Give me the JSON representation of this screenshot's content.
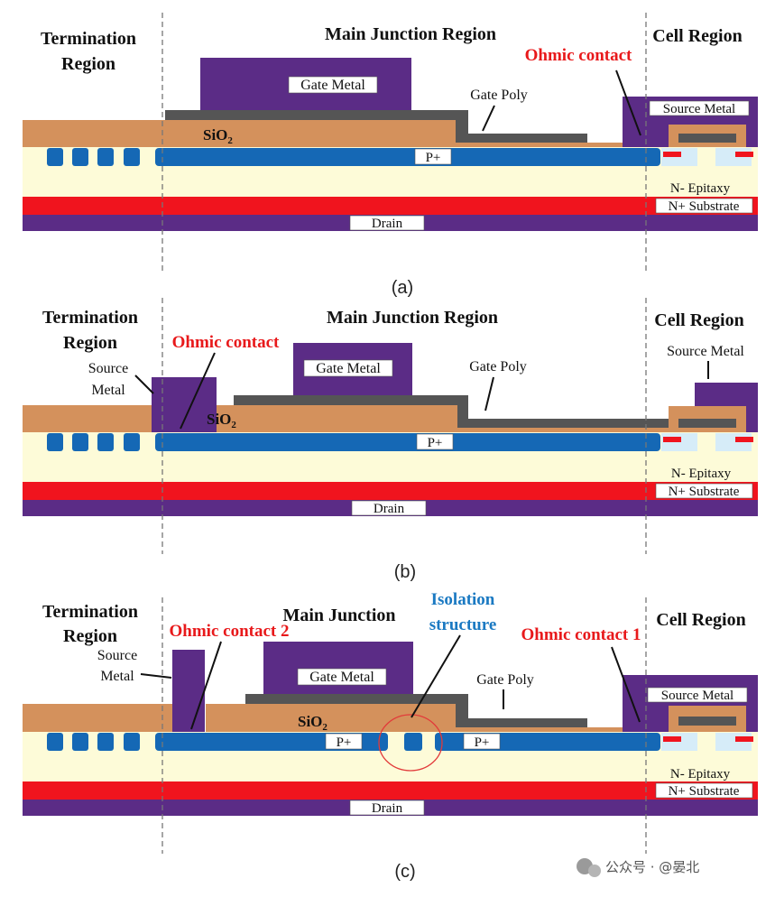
{
  "panels": [
    {
      "id": "a",
      "caption": "(a)",
      "termination_region": [
        "Termination",
        "Region"
      ],
      "main_junction": "Main Junction Region",
      "cell_region": "Cell Region",
      "ohmic_contact": "Ohmic contact",
      "gate_metal": "Gate Metal",
      "gate_poly": "Gate Poly",
      "source_metal": "Source Metal",
      "sio2": "SiO",
      "sio2_sub": "2",
      "p_plus": "P+",
      "n_epitaxy": "N-  Epitaxy",
      "n_substrate": "N+ Substrate",
      "drain": "Drain"
    },
    {
      "id": "b",
      "caption": "(b)",
      "termination_region": [
        "Termination",
        "Region"
      ],
      "main_junction": "Main Junction Region",
      "cell_region": "Cell Region",
      "ohmic_contact": "Ohmic contact",
      "gate_metal": "Gate Metal",
      "gate_poly": "Gate Poly",
      "source_metal_left": [
        "Source",
        "Metal"
      ],
      "source_metal_right": "Source Metal",
      "sio2": "SiO",
      "sio2_sub": "2",
      "p_plus": "P+",
      "n_epitaxy": "N-  Epitaxy",
      "n_substrate": "N+ Substrate",
      "drain": "Drain"
    },
    {
      "id": "c",
      "caption": "(c)",
      "termination_region": [
        "Termination",
        "Region"
      ],
      "main_junction": "Main Junction",
      "cell_region": "Cell Region",
      "ohmic_contact_1": "Ohmic contact 1",
      "ohmic_contact_2": "Ohmic contact 2",
      "isolation_structure": [
        "Isolation",
        "structure"
      ],
      "gate_metal": "Gate Metal",
      "gate_poly": "Gate Poly",
      "source_metal_left": [
        "Source",
        "Metal"
      ],
      "source_metal_right": "Source Metal",
      "sio2": "SiO",
      "sio2_sub": "2",
      "p_plus_left": "P+",
      "p_plus_right": "P+",
      "n_epitaxy": "N-  Epitaxy",
      "n_substrate": "N+ Substrate",
      "drain": "Drain"
    }
  ],
  "watermark": "公众号 · @晏北",
  "colors": {
    "metal": "#5b2c86",
    "sio2": "#d4915c",
    "gate_poly": "#555555",
    "p_plus": "#1568b5",
    "n_epitaxy": "#fdfbd8",
    "n_substrate": "#f0141e",
    "ohmic_label": "#e8191b",
    "isolation_label": "#1a79c2"
  }
}
